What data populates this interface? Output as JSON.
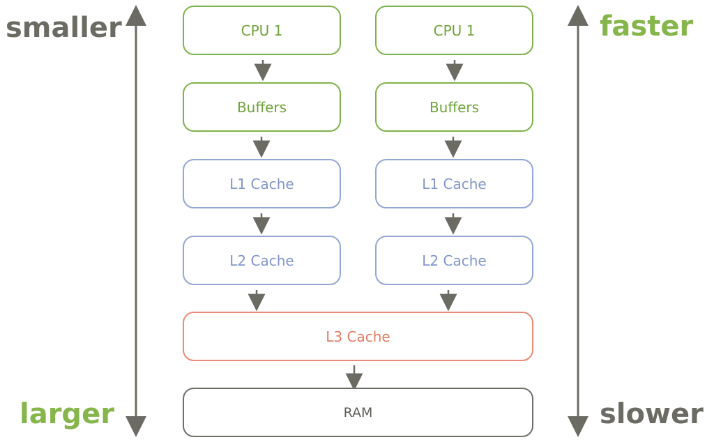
{
  "left_axis": {
    "top_label": "smaller",
    "bottom_label": "larger"
  },
  "right_axis": {
    "top_label": "faster",
    "bottom_label": "slower"
  },
  "columns": [
    {
      "cpu": "CPU 1",
      "buffers": "Buffers",
      "l1": "L1 Cache",
      "l2": "L2 Cache"
    },
    {
      "cpu": "CPU 1",
      "buffers": "Buffers",
      "l1": "L1 Cache",
      "l2": "L2 Cache"
    }
  ],
  "shared": {
    "l3": "L3 Cache",
    "ram": "RAM"
  },
  "colors": {
    "cpu_buffers": "#7fb24a",
    "l1_l2": "#93a6d4",
    "l3": "#ea8a78",
    "ram": "#6f6f6a",
    "arrows": "#6b6b64"
  }
}
